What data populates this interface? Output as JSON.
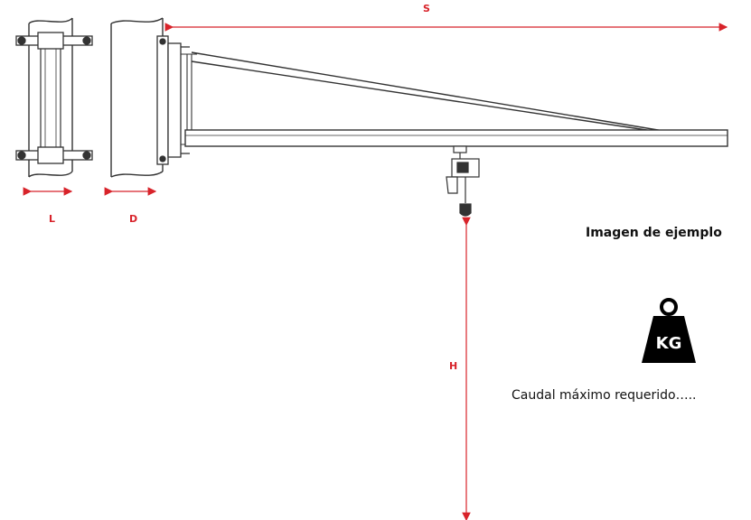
{
  "dimensions": {
    "s_label": "S",
    "l_label": "L",
    "d_label": "D",
    "h_label": "H"
  },
  "example_caption": "Imagen de ejemplo",
  "kg_icon": {
    "name": "weight-kg-icon",
    "text": "KG"
  },
  "flow_caption": "Caudal máximo requerido…..",
  "colors": {
    "dimension": "#d8232a",
    "line": "#333333",
    "icon": "#000000"
  }
}
